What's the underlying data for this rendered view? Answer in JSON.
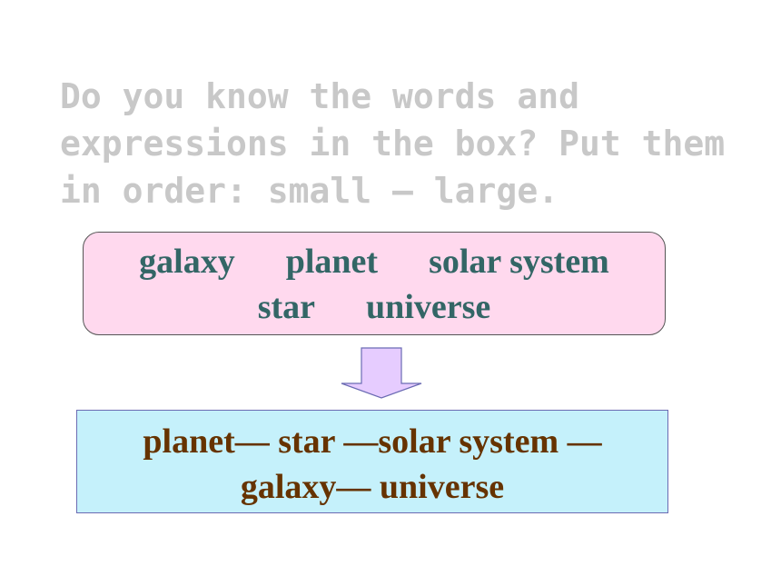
{
  "question": {
    "lines": [
      "Do you know the words and",
      "expressions in the box? Put them",
      "in order: small — large."
    ]
  },
  "word_box": {
    "row1": [
      "galaxy",
      "planet",
      "solar system"
    ],
    "row2": [
      "star",
      "universe"
    ]
  },
  "arrow": {
    "icon": "down-arrow-icon",
    "fill": "#e6ccff",
    "stroke": "#6b6bb3"
  },
  "answer": {
    "lines": [
      "planet— star —solar system —",
      "galaxy— universe"
    ]
  },
  "colors": {
    "question_text": "#c8c8c8",
    "word_box_bg": "#ffd9ee",
    "word_text": "#336666",
    "answer_bg": "#c5f1fb",
    "answer_text": "#663300"
  }
}
